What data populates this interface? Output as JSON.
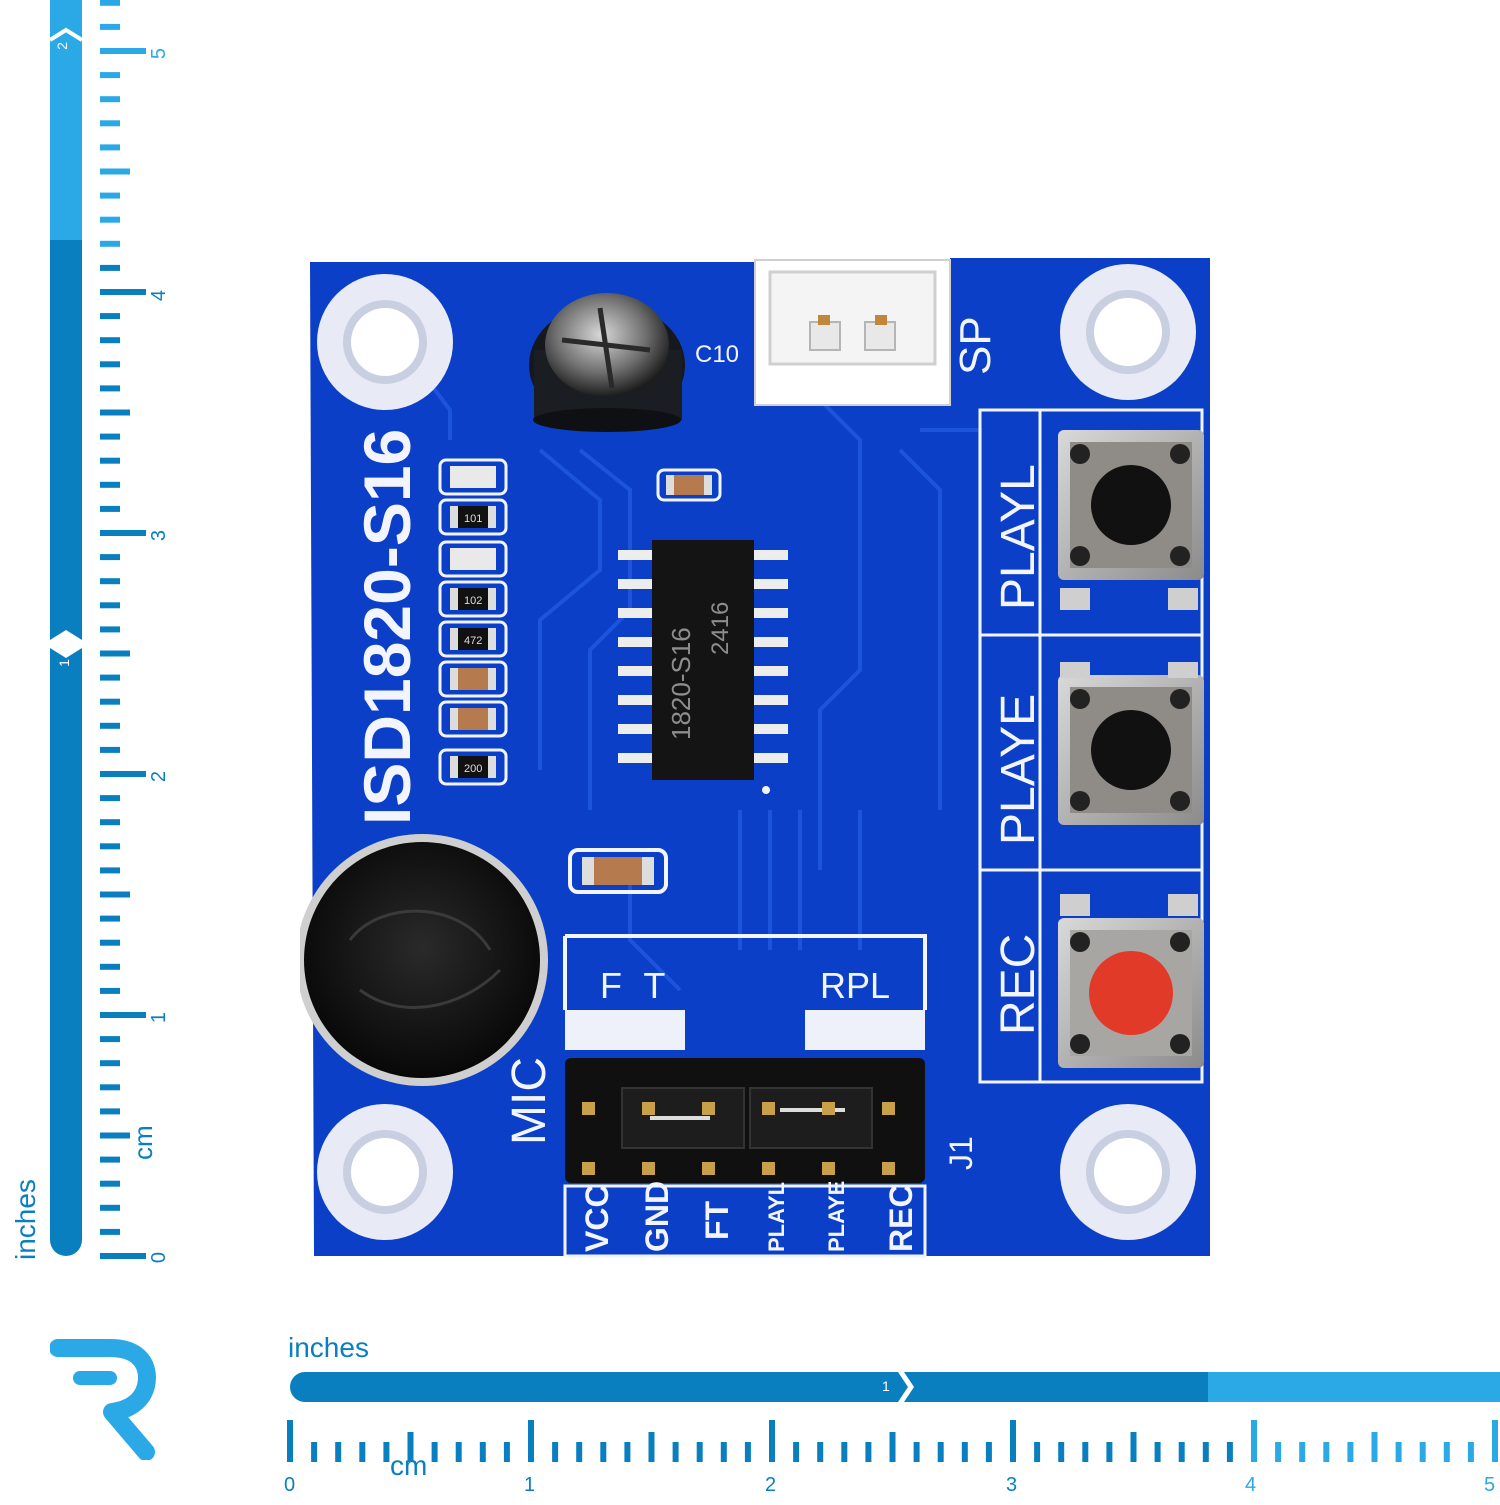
{
  "board": {
    "title": "ISD1820-S16",
    "chip_line1": "1820-S16",
    "chip_line2": "2416",
    "capacitor_ref": "C10",
    "speaker_label": "SP",
    "mic_label": "MIC",
    "header_ref": "J1",
    "jumper_left_label": "F T",
    "jumper_right_label": "RPL",
    "button_labels": [
      "PLAYL",
      "PLAYE",
      "REC"
    ],
    "pin_labels": [
      "VCC",
      "GND",
      "FT",
      "PLAYL",
      "PLAYE",
      "REC"
    ],
    "resistor_codes": [
      "101",
      "102",
      "472",
      "200"
    ]
  },
  "ruler_vertical": {
    "unit_inches": "inches",
    "unit_cm": "cm",
    "cm_ticks": [
      "0",
      "1",
      "2",
      "3",
      "4",
      "5"
    ],
    "inch_ticks": [
      "1",
      "2"
    ]
  },
  "ruler_horizontal": {
    "unit_inches": "inches",
    "unit_cm": "cm",
    "cm_ticks": [
      "0",
      "1",
      "2",
      "3",
      "4",
      "5"
    ],
    "inch_ticks": [
      "1"
    ]
  },
  "colors": {
    "pcb": "#0b3fc8",
    "silkscreen": "#f2f4ff",
    "ruler_dark": "#0a7fc0",
    "ruler_light": "#2aa9e6",
    "button_red": "#e23a28",
    "button_black": "#1a1a1a"
  },
  "logo": {
    "mark": "R"
  }
}
